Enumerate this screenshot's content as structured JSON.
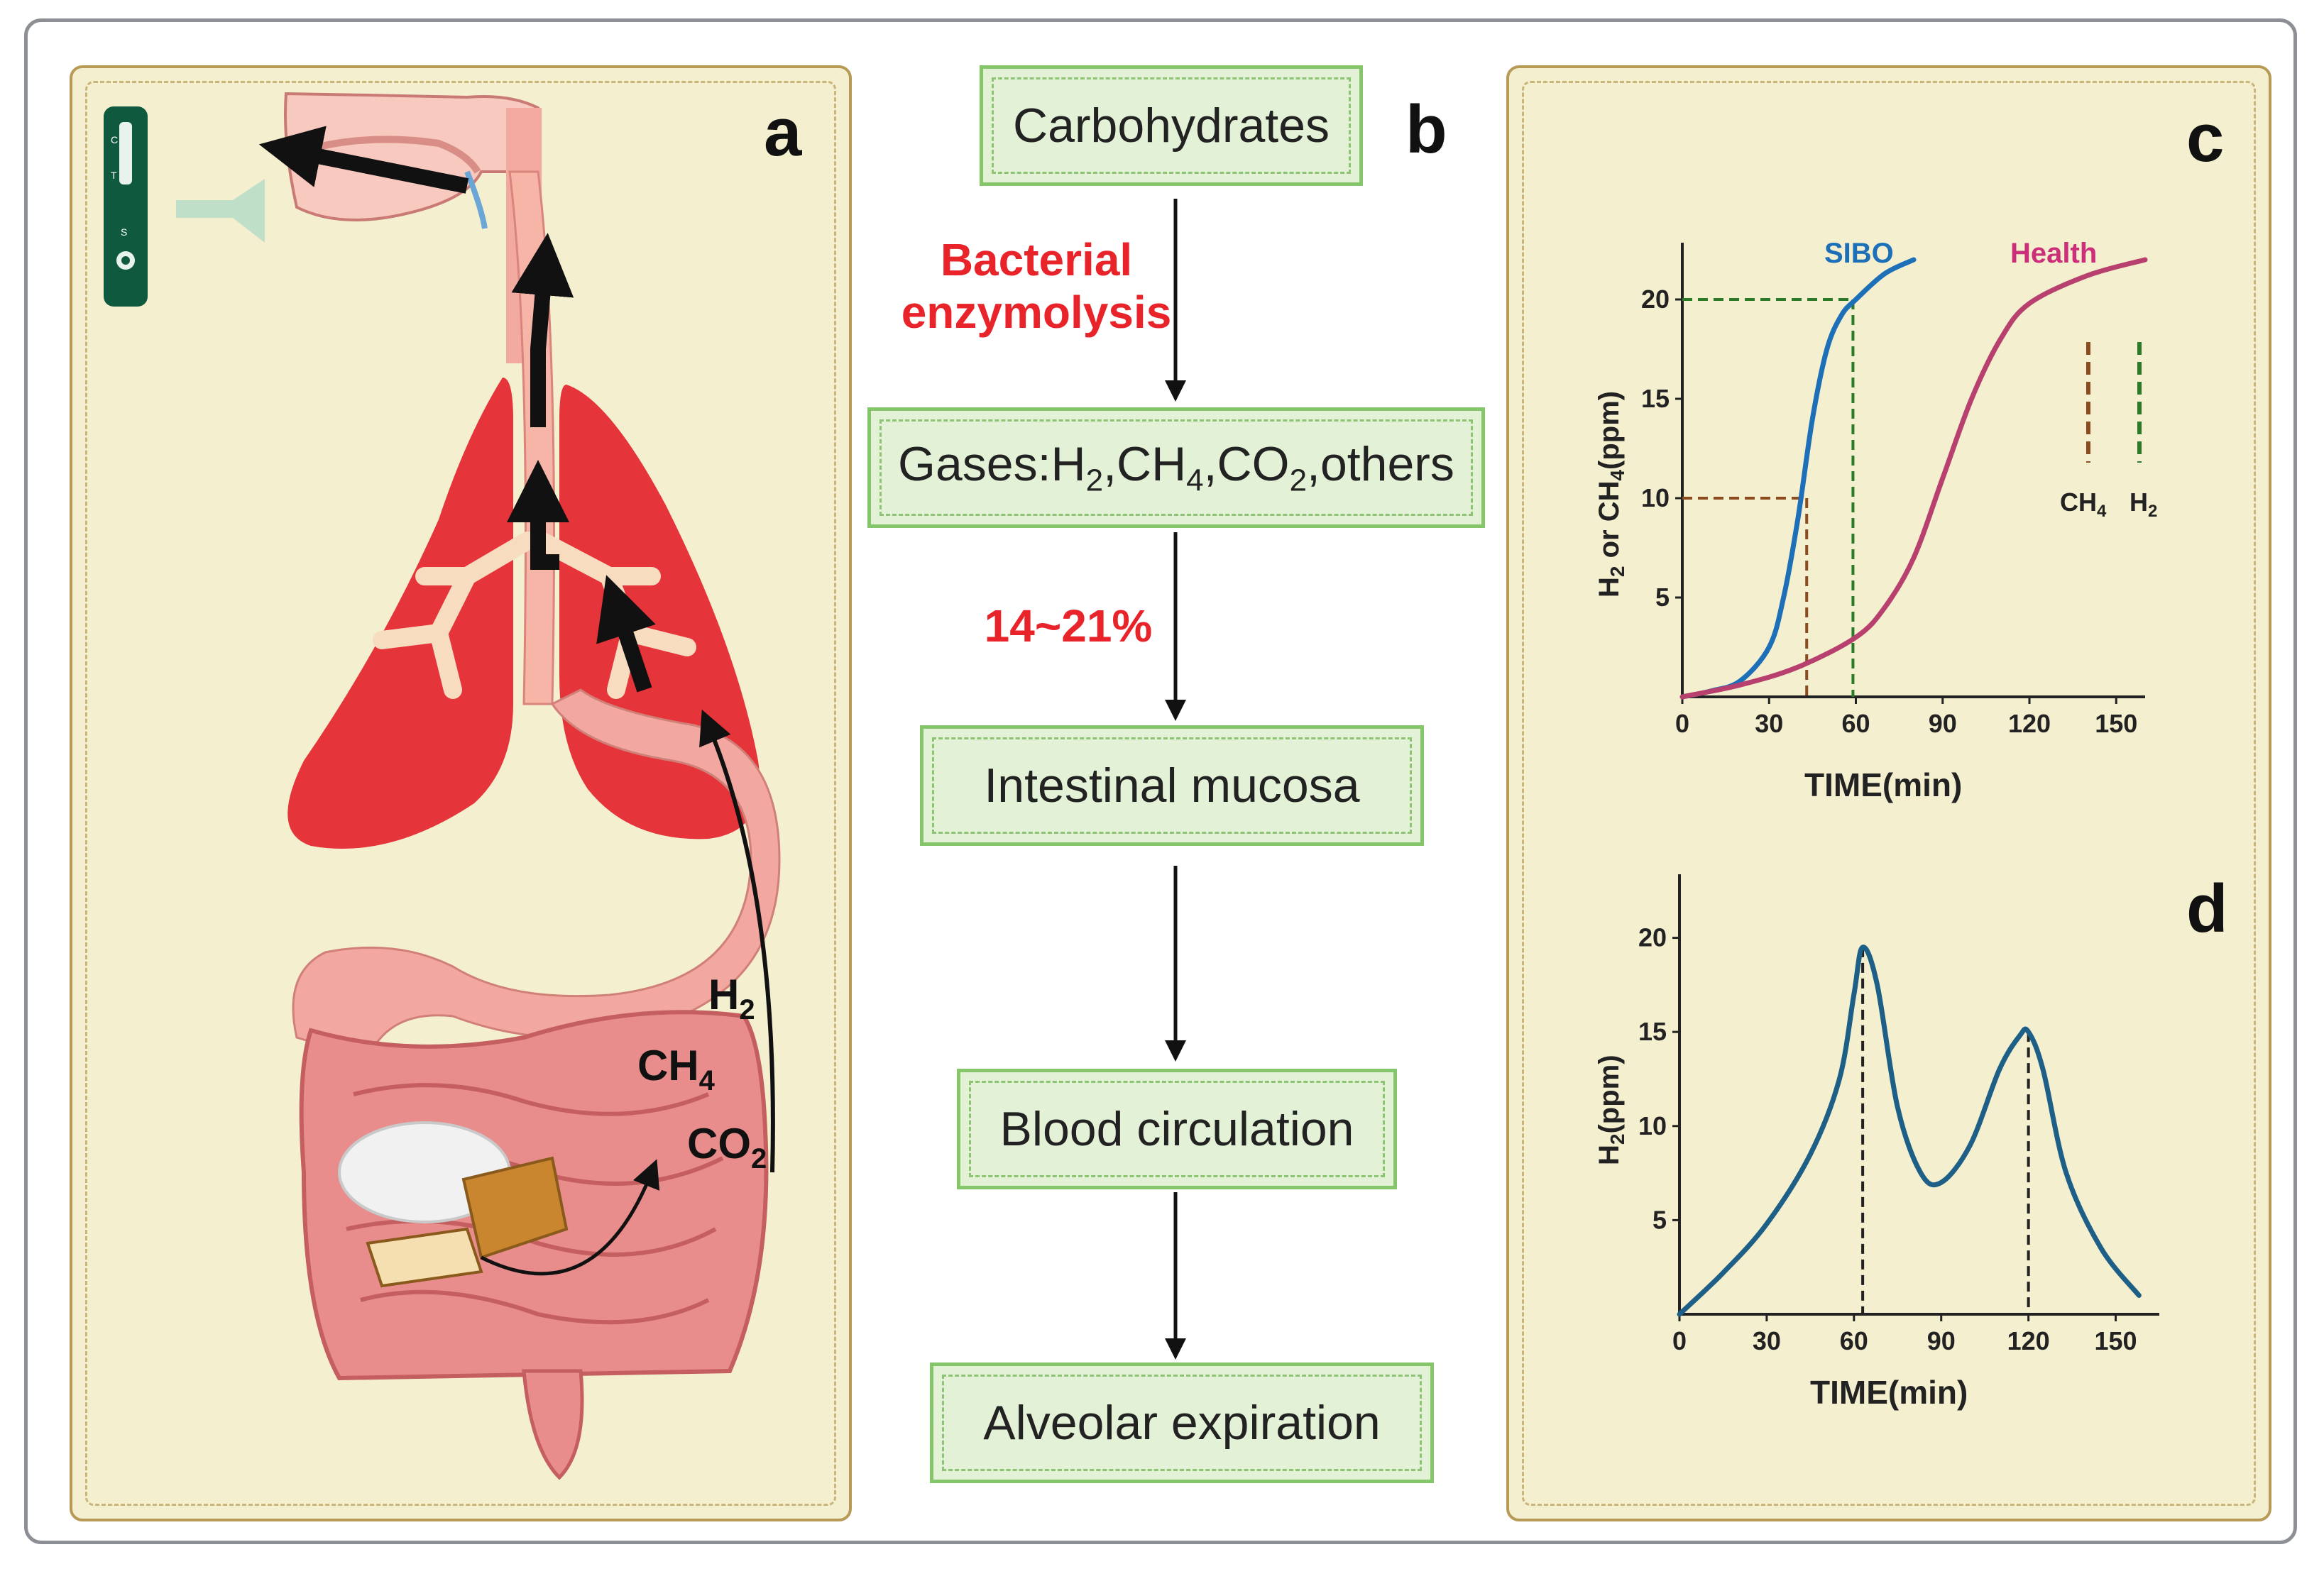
{
  "panel_labels": {
    "a": "a",
    "b": "b",
    "c": "c",
    "d": "d"
  },
  "anatomy": {
    "gas_h2": "H",
    "gas_h2_sub": "2",
    "gas_ch4": "CH",
    "gas_ch4_sub": "4",
    "gas_co2": "CO",
    "gas_co2_sub": "2",
    "device_c": "C",
    "device_t": "T",
    "device_s": "S",
    "colors": {
      "lung": "#e5343a",
      "bronchi": "#f8dcc0",
      "gut": "#e88c8c",
      "device": "#0f5a3f"
    }
  },
  "flowchart": {
    "steps": [
      {
        "label": "Carbohydrates"
      },
      {
        "label_parts": [
          "Gases:H",
          "2",
          ",CH",
          "4",
          ",CO",
          "2",
          ",others"
        ]
      },
      {
        "label": "Intestinal mucosa"
      },
      {
        "label": "Blood circulation"
      },
      {
        "label": "Alveolar expiration"
      }
    ],
    "note1_line1": "Bacterial",
    "note1_line2": "enzymolysis",
    "note2": "14~21%"
  },
  "chart_c": {
    "ylabel_parts": [
      "H",
      "2",
      " or CH",
      "4",
      "(ppm)"
    ],
    "xlabel": "TIME(min)",
    "series_sibo": "SIBO",
    "series_health": "Health",
    "legend_ch4": "CH",
    "legend_ch4_sub": "4",
    "legend_h2": "H",
    "legend_h2_sub": "2",
    "colors": {
      "sibo": "#1d6fb8",
      "health": "#b8406e",
      "ch4": "#8a4b1f",
      "h2": "#2a7a2a"
    }
  },
  "chart_d": {
    "ylabel_parts": [
      "H",
      "2",
      "(ppm)"
    ],
    "xlabel": "TIME(min)",
    "color": "#1d5f86"
  },
  "chart_data": [
    {
      "type": "line",
      "xlabel": "TIME(min)",
      "ylabel": "H2 or CH4(ppm)",
      "x_ticks": [
        0,
        30,
        60,
        90,
        120,
        150
      ],
      "y_ticks": [
        5,
        10,
        15,
        20
      ],
      "xlim": [
        0,
        160
      ],
      "ylim": [
        0,
        22.5
      ],
      "series": [
        {
          "name": "SIBO",
          "x": [
            0,
            10,
            20,
            30,
            35,
            40,
            45,
            50,
            55,
            60,
            70,
            80
          ],
          "values": [
            0,
            0.3,
            0.8,
            2.5,
            5,
            9,
            14,
            17.5,
            19.2,
            20,
            21.3,
            22
          ]
        },
        {
          "name": "Health",
          "x": [
            0,
            20,
            40,
            60,
            70,
            80,
            90,
            100,
            110,
            120,
            140,
            160
          ],
          "values": [
            0,
            0.6,
            1.5,
            3,
            4.5,
            7,
            11,
            15,
            18,
            19.8,
            21.2,
            22
          ]
        }
      ],
      "annotations": [
        {
          "label": "CH4",
          "x_at": 43,
          "y_at": 10
        },
        {
          "label": "H2",
          "x_at": 59,
          "y_at": 20
        }
      ]
    },
    {
      "type": "line",
      "xlabel": "TIME(min)",
      "ylabel": "H2(ppm)",
      "x_ticks": [
        0,
        30,
        60,
        90,
        120,
        150
      ],
      "y_ticks": [
        5,
        10,
        15,
        20
      ],
      "xlim": [
        0,
        165
      ],
      "ylim": [
        0,
        23
      ],
      "series": [
        {
          "name": "",
          "x": [
            0,
            15,
            30,
            45,
            55,
            60,
            63,
            68,
            75,
            83,
            90,
            100,
            110,
            117,
            120,
            125,
            133,
            145,
            158
          ],
          "values": [
            0,
            2.2,
            4.8,
            8.5,
            12.5,
            17,
            19.5,
            17.5,
            11,
            7.5,
            7,
            9,
            13,
            14.8,
            15,
            13,
            7.5,
            3.5,
            1
          ]
        }
      ],
      "peaks": [
        {
          "x": 63,
          "y": 19.5
        },
        {
          "x": 120,
          "y": 15
        }
      ]
    }
  ]
}
